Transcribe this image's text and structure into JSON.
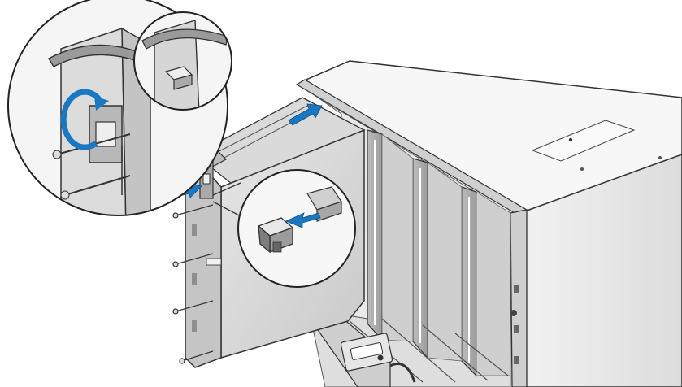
{
  "figure": {
    "callouts": [
      "latch-rotate-detail",
      "retention-clip-detail",
      "clip-removal-detail"
    ],
    "colors": {
      "outline": "#333333",
      "panel_light": "#eeeeee",
      "panel_mid": "#d9d9d9",
      "panel_dark": "#b3b3b3",
      "slot": "#a6a6a6",
      "arrow_blue": "#1a78c2"
    },
    "icons": [
      "rotate-arrow-icon",
      "push-arrow-icon",
      "slide-arrow-icon"
    ]
  }
}
